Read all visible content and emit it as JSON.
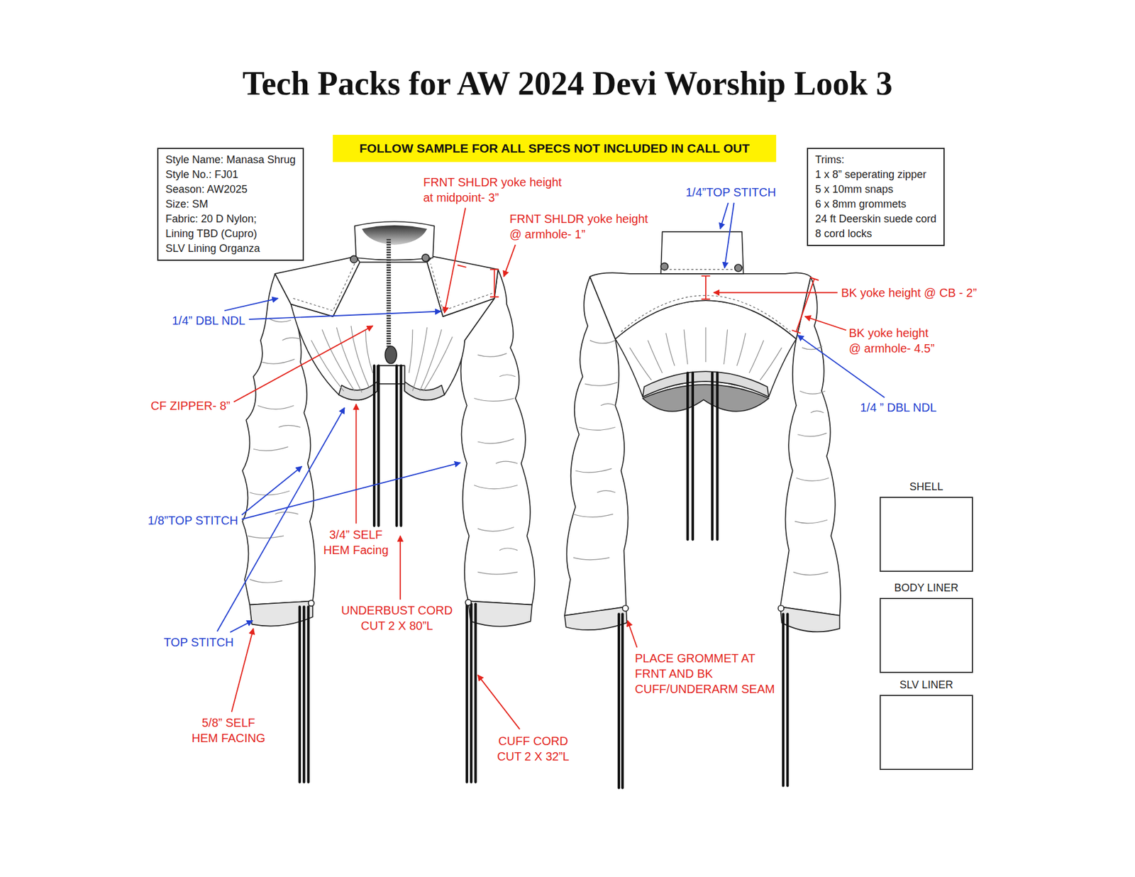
{
  "diagram": {
    "title": "Tech Packs for AW 2024 Devi Worship Look 3",
    "nodes": [
      {
        "text": [
          "FOLLOW SAMPLE FOR ALL SPECS NOT INCLUDED IN CALL OUT"
        ]
      },
      {
        "text": [
          "Style Name: Manasa Shrug",
          "Style No.: FJ01",
          "Season: AW2025",
          "Size: SM",
          "Fabric: 20 D Nylon;",
          "Lining TBD (Cupro)",
          "SLV Lining Organza"
        ]
      },
      {
        "text": [
          "Trims:",
          "1 x 8” seperating zipper",
          "5 x 10mm snaps",
          "6 x 8mm grommets",
          "24 ft Deerskin suede cord",
          "8 cord locks"
        ]
      },
      {
        "text": [
          "SHELL"
        ]
      },
      {
        "text": [
          "BODY LINER"
        ]
      },
      {
        "text": [
          "SLV LINER"
        ]
      }
    ],
    "labels": [
      "FRNT SHLDR yoke height at midpoint- 3”",
      "1/4”TOP STITCH",
      "FRNT SHLDR yoke height @ armhole- 1”",
      "BK yoke height @ CB - 2”",
      "1/4” DBL NDL",
      "BK yoke height @ armhole- 4.5”",
      "CF ZIPPER- 8”",
      "1/4 ” DBL NDL",
      "1/8”TOP STITCH",
      "3/4” SELF HEM Facing",
      "UNDERBUST CORD CUT 2 X 80”L",
      "TOP STITCH",
      "PLACE GROMMET AT FRNT AND BK CUFF/UNDERARM SEAM",
      "5/8” SELF HEM FACING",
      "CUFF CORD CUT 2 X 32”L"
    ]
  }
}
